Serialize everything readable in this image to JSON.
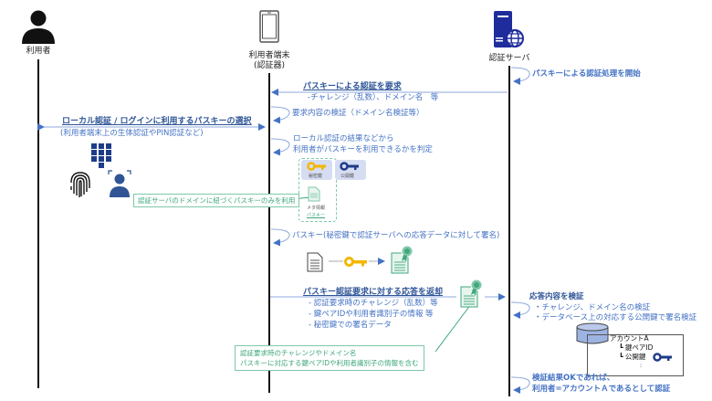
{
  "actors": {
    "user": {
      "label": "利用者",
      "icon": "person-icon"
    },
    "device": {
      "label_line1": "利用者端末",
      "label_line2": "(認証器)",
      "icon": "smartphone-icon"
    },
    "server": {
      "label": "認証サーバ",
      "icon": "server-globe-icon"
    }
  },
  "colors": {
    "message_blue": "#2F5597",
    "sub_blue": "#4472C4",
    "arrow_blue": "#8FAADC",
    "note_green": "#3FA87C",
    "key_gold": "#F2B705",
    "key_navy": "#1F3C88"
  },
  "steps": {
    "server_start": "パスキーによる認証処理を開始",
    "request_title": "パスキーによる認証を要求",
    "request_sub": "-チャレンジ（乱数）、ドメイン名　等",
    "verify_request": "要求内容の検証（ドメイン名検証等）",
    "local_auth_title": "ローカル認証 / ログインに利用するパスキーの選択",
    "local_auth_sub": "(利用者端末上の生体認証やPIN認証など)",
    "judge_line1": "ローカル認証の結果などから",
    "judge_line2": "利用者がパスキーを利用できるかを判定",
    "passkey_note": "認証サーバのドメインに紐づくパスキーのみを利用",
    "private_key_label": "秘密鍵",
    "public_key_label": "公開鍵",
    "meta_label": "メタ情報",
    "passkey_label": "パスキー",
    "sign_step": "パスキー(秘密鍵で認証サーバへの応答データに対して署名)",
    "response_title": "パスキー認証要求に対する応答を返却",
    "response_items": [
      "- 認証要求時のチャレンジ（乱数）等",
      "- 鍵ペアIDや利用者識別子の情報 等",
      "- 秘密鍵での署名データ"
    ],
    "response_note_line1": "認証要求時のチャレンジやドメイン名",
    "response_note_line2": "パスキーに対応する鍵ペアIDや利用者識別子の情報を含む",
    "verify_title": "応答内容を検証",
    "verify_items": [
      "・チャレンジ、ドメイン名の検証",
      "・データベース上の対応する公開鍵で署名検証"
    ],
    "db_account": "アカウントA",
    "db_keypair": "鍵ペアID",
    "db_pubkey": "公開鍵",
    "db_more": ":",
    "result_line1": "検証結果OKであれば、",
    "result_line2": "利用者=アカウントＡであるとして認証"
  }
}
